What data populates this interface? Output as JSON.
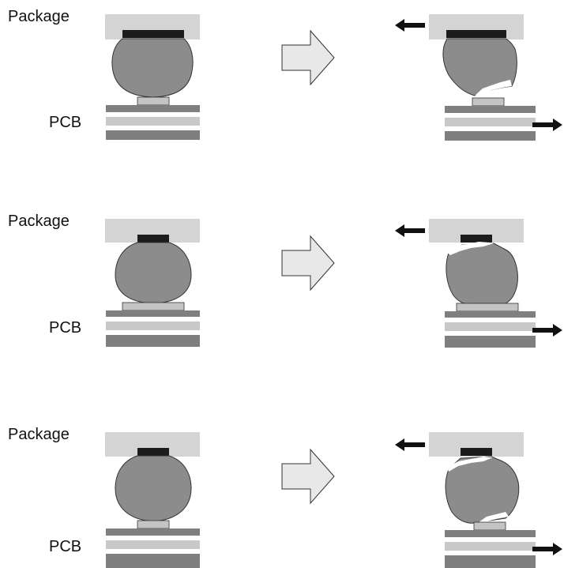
{
  "labels": {
    "package": "Package",
    "pcb": "PCB"
  },
  "colors": {
    "package": "#d4d4d4",
    "pad_top": "#1c1c1c",
    "ball": "#8c8c8c",
    "pad_bottom": "#c4c4c4",
    "pcb_dark": "#7f7f7f",
    "pcb_light": "#c8c8c8",
    "pcb_white": "#ffffff",
    "transform_arrow": "#e8e8e8",
    "shear_arrow": "#111111",
    "outline": "#333333"
  },
  "rows": [
    {
      "id": "row-1",
      "failure_mode": "crack-at-pcb-pad-interface"
    },
    {
      "id": "row-2",
      "failure_mode": "crack-at-package-pad-interface"
    },
    {
      "id": "row-3",
      "failure_mode": "crack-at-both-interfaces"
    }
  ]
}
